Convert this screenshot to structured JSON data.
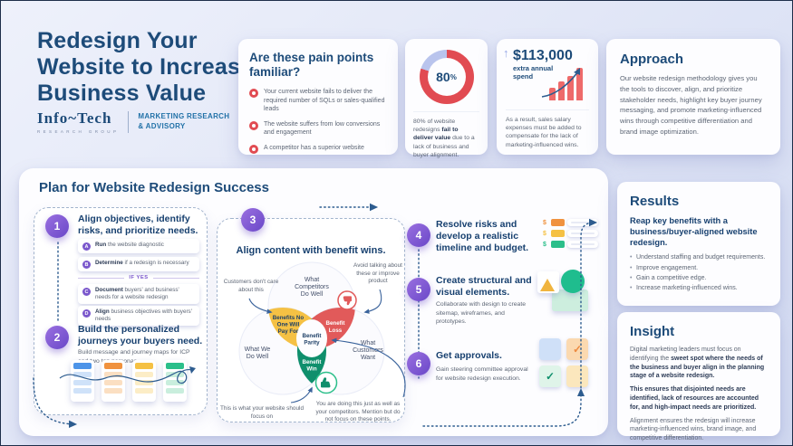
{
  "header": {
    "title_lines": [
      "Redesign Your",
      "Website to Increase",
      "Business Value"
    ],
    "logo": {
      "name": "Info~Tech",
      "sub": "RESEARCH GROUP",
      "tag1": "MARKETING RESEARCH",
      "tag2": "& ADVISORY"
    }
  },
  "pain_points": {
    "title": "Are these pain points familiar?",
    "items": [
      "Your current website fails to deliver the required number of SQLs or sales-qualified leads",
      "The website suffers from low conversions and engagement",
      "A competitor has a superior website"
    ]
  },
  "stat_donut": {
    "value": "80",
    "unit": "%",
    "percent": 80,
    "caption_pre": "80% of website redesigns ",
    "caption_bold": "fail to deliver value",
    "caption_post": " due to a lack of business and buyer alignment."
  },
  "stat_spend": {
    "up_arrow": "↑",
    "amount": "$113,000",
    "label": "extra annual spend",
    "caption": "As a result, sales salary expenses must be added to compensate for the lack of marketing-influenced wins."
  },
  "approach": {
    "title": "Approach",
    "body": "Our website redesign methodology gives you the tools to discover, align, and prioritize stakeholder needs, highlight key buyer journey messaging, and promote marketing-influenced wins through competitive differentiation and brand image optimization."
  },
  "plan": {
    "title": "Plan for Website Redesign Success",
    "steps": [
      {
        "number": "1",
        "title": "Align objectives, identify risks, and prioritize needs."
      },
      {
        "number": "2",
        "title": "Build the personalized journeys your buyers need.",
        "desc": "Build message and journey maps for ICP and two top personas."
      },
      {
        "number": "3",
        "title": "Align content with benefit wins."
      },
      {
        "number": "4",
        "title": "Resolve risks and develop a realistic timeline and budget."
      },
      {
        "number": "5",
        "title": "Create structural and visual elements.",
        "desc": "Collaborate with design to create sitemap, wireframes, and prototypes."
      },
      {
        "number": "6",
        "title": "Get approvals.",
        "desc": "Gain steering committee approval for website redesign execution."
      }
    ],
    "step1_items": [
      {
        "letter": "A",
        "bold": "Run",
        "rest": " the website diagnostic"
      },
      {
        "letter": "B",
        "bold": "Determine",
        "rest": " if a redesign is necessary"
      },
      {
        "letter": "C",
        "bold": "Document",
        "rest": " buyers' and business' needs for a website redesign"
      },
      {
        "letter": "D",
        "bold": "Align",
        "rest": " business objectives with buyers' needs"
      }
    ],
    "if_yes": "IF YES",
    "budget_icon_dollar": "$",
    "check": "✓",
    "venn": {
      "competitors_lines": [
        "What",
        "Competitors",
        "Do Well"
      ],
      "we_lines": [
        "What We",
        "Do Well"
      ],
      "customers_lines": [
        "What",
        "Customers",
        "Want"
      ],
      "benefits_no_one_lines": [
        "Benefits No",
        "One Will",
        "Pay For"
      ],
      "benefit_loss_lines": [
        "Benefit",
        "Loss"
      ],
      "benefit_parity_lines": [
        "Benefit",
        "Parity"
      ],
      "benefit_win_lines": [
        "Benefit",
        "Win"
      ],
      "note_left": "Customers don't care about this",
      "note_right": "Avoid talking about these or improve product",
      "note_bottom_left": "This is what your website should focus on",
      "note_bottom_right": "You are doing this just as well as your competitors. Mention but do not focus on these points."
    }
  },
  "results": {
    "title": "Results",
    "subtitle": "Reap key benefits with a business/buyer-aligned website redesign.",
    "bullets": [
      "Understand staffing and budget requirements.",
      "Improve engagement.",
      "Gain a competitive edge.",
      "Increase marketing-influenced wins."
    ]
  },
  "insight": {
    "title": "Insight",
    "p1_pre": "Digital marketing leaders must focus on identifying the ",
    "p1_bold": "sweet spot where the needs of the business and buyer align in the planning stage of a website redesign.",
    "p2_bold": "This ensures that disjointed needs are identified, lack of resources are accounted for, and high-impact needs are prioritized.",
    "p3": "Alignment ensures the redesign will increase marketing-influenced wins, brand image, and competitive differentiation."
  },
  "colors": {
    "navy": "#1d4b79",
    "purple": "#7a57cc",
    "red": "#e14b52",
    "coral": "#ee6a6a",
    "yellow": "#f5c144",
    "green": "#0f8f6c",
    "mint_green": "#2bbf8a",
    "periwinkle": "#b9c4ed",
    "dash_blue": "#2d5c8f"
  }
}
